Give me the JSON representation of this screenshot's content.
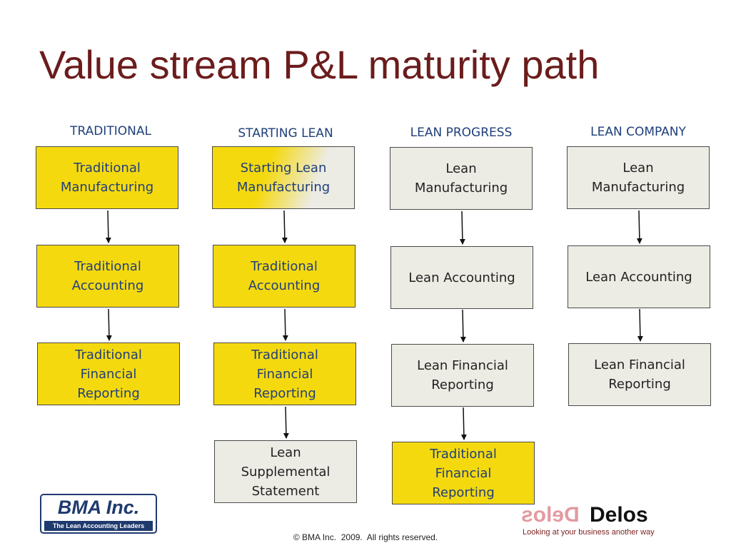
{
  "title": "Value stream P&L maturity path",
  "columns": [
    {
      "header": "TRADITIONAL",
      "boxes": [
        {
          "text": "Traditional\nManufacturing",
          "fill": "yellow"
        },
        {
          "text": "Traditional\nAccounting",
          "fill": "yellow"
        },
        {
          "text": "Traditional\nFinancial\nReporting",
          "fill": "yellow"
        }
      ]
    },
    {
      "header": "STARTING LEAN",
      "boxes": [
        {
          "text": "Starting Lean\nManufacturing",
          "fill": "yellow-to-gray gradient"
        },
        {
          "text": "Traditional\nAccounting",
          "fill": "yellow"
        },
        {
          "text": "Traditional\nFinancial\nReporting",
          "fill": "yellow"
        },
        {
          "text": "Lean\nSupplemental\nStatement",
          "fill": "gray"
        }
      ]
    },
    {
      "header": "LEAN PROGRESS",
      "boxes": [
        {
          "text": "Lean\nManufacturing",
          "fill": "gray"
        },
        {
          "text": "Lean Accounting",
          "fill": "gray"
        },
        {
          "text": "Lean Financial\nReporting",
          "fill": "gray"
        },
        {
          "text": "Traditional\nFinancial\nReporting",
          "fill": "yellow"
        }
      ]
    },
    {
      "header": "LEAN COMPANY",
      "boxes": [
        {
          "text": "Lean\nManufacturing",
          "fill": "gray"
        },
        {
          "text": "Lean Accounting",
          "fill": "gray"
        },
        {
          "text": "Lean Financial\nReporting",
          "fill": "gray"
        }
      ]
    }
  ],
  "logos": {
    "bma": {
      "name": "BMA Inc.",
      "tagline": "The Lean Accounting Leaders"
    },
    "delos": {
      "mirror_text": "Delos",
      "name": "Delos",
      "tagline": "Looking at your business another way"
    }
  },
  "footer": {
    "copyright": "© BMA Inc.  2009.  All rights reserved."
  },
  "colors": {
    "title": "#6b1c1c",
    "header_text": "#1f3f7a",
    "box_yellow": "#f5d90f",
    "box_gray": "#ecebe4",
    "box_border": "#4a4a4a"
  }
}
